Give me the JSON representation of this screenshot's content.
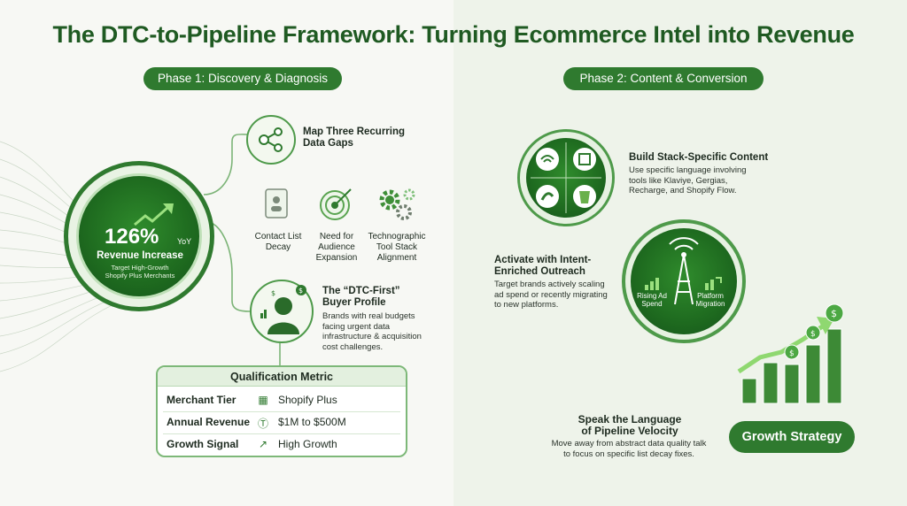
{
  "title": "The DTC-to-Pipeline Framework: Turning Ecommerce Intel into Revenue",
  "phase1": {
    "label": "Phase 1: Discovery & Diagnosis",
    "hub": {
      "value": "126%",
      "unit": "YoY",
      "caption": "Revenue Increase",
      "sub": "Target High-Growth Shopify Plus Merchants"
    },
    "gaps": {
      "title": "Map Three Recurring Data Gaps",
      "items": [
        "Contact List Decay",
        "Need for Audience Expansion",
        "Technographic Tool Stack Alignment"
      ]
    },
    "buyer": {
      "title": "The “DTC-First” Buyer Profile",
      "desc": "Brands with real budgets facing urgent data infrastructure & acquisition cost challenges."
    },
    "qualification": {
      "title": "Qualification Metric",
      "rows": [
        {
          "key": "Merchant Tier",
          "value": "Shopify Plus",
          "icon": "org-chart-icon"
        },
        {
          "key": "Annual Revenue",
          "value": "$1M to $500M",
          "icon": "dollar-icon"
        },
        {
          "key": "Growth Signal",
          "value": "High Growth",
          "icon": "trend-up-icon"
        }
      ]
    }
  },
  "phase2": {
    "label": "Phase 2: Content & Conversion",
    "content": {
      "title": "Build Stack-Specific Content",
      "desc": "Use specific language involving tools like Klaviye, Gergias, Recharge, and Shopify Flow."
    },
    "outreach": {
      "title": "Activate with Intent-Enriched Outreach",
      "desc": "Target brands actively scaling ad spend or recently migrating to new platforms.",
      "signals": [
        "Rising Ad Spend",
        "Platform Migration"
      ]
    },
    "velocity": {
      "title": "Speak the Language of Pipeline Velocity",
      "desc": "Move away from abstract data quality talk to focus on specific list decay fixes."
    },
    "cta": "Growth Strategy"
  },
  "colors": {
    "accent": "#2f7a2f",
    "dark": "#1e6a1f",
    "light": "#e3f0df"
  }
}
